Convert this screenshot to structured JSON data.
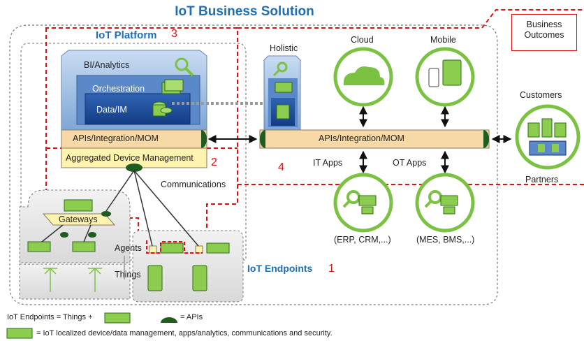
{
  "title": "IoT Business Solution",
  "platform_label": "IoT Platform",
  "platform_num": "3",
  "business_outcomes": "Business Outcomes",
  "bi_analytics": "BI/Analytics",
  "orchestration": "Orchestration",
  "data_im": "Data/IM",
  "apis_left": "APIs/Integration/MOM",
  "apis_right": "APIs/Integration/MOM",
  "agg_device_mgmt": "Aggregated Device Management",
  "agg_num": "2",
  "holistic": "Holistic",
  "cloud": "Cloud",
  "mobile": "Mobile",
  "customers": "Customers",
  "partners": "Partners",
  "num4": "4",
  "it_apps": "IT Apps",
  "ot_apps": "OT Apps",
  "communications": "Communications",
  "gateways": "Gateways",
  "agents": "Agents",
  "things": "Things",
  "erp": "(ERP, CRM,...)",
  "mes": "(MES, BMS,...)",
  "endpoints_label": "IoT Endpoints",
  "endpoints_num": "1",
  "legend_eq": "IoT Endpoints = Things +",
  "legend_apis": "= APIs",
  "legend_desc": "= IoT localized device/data management, apps/analytics, communications and security."
}
